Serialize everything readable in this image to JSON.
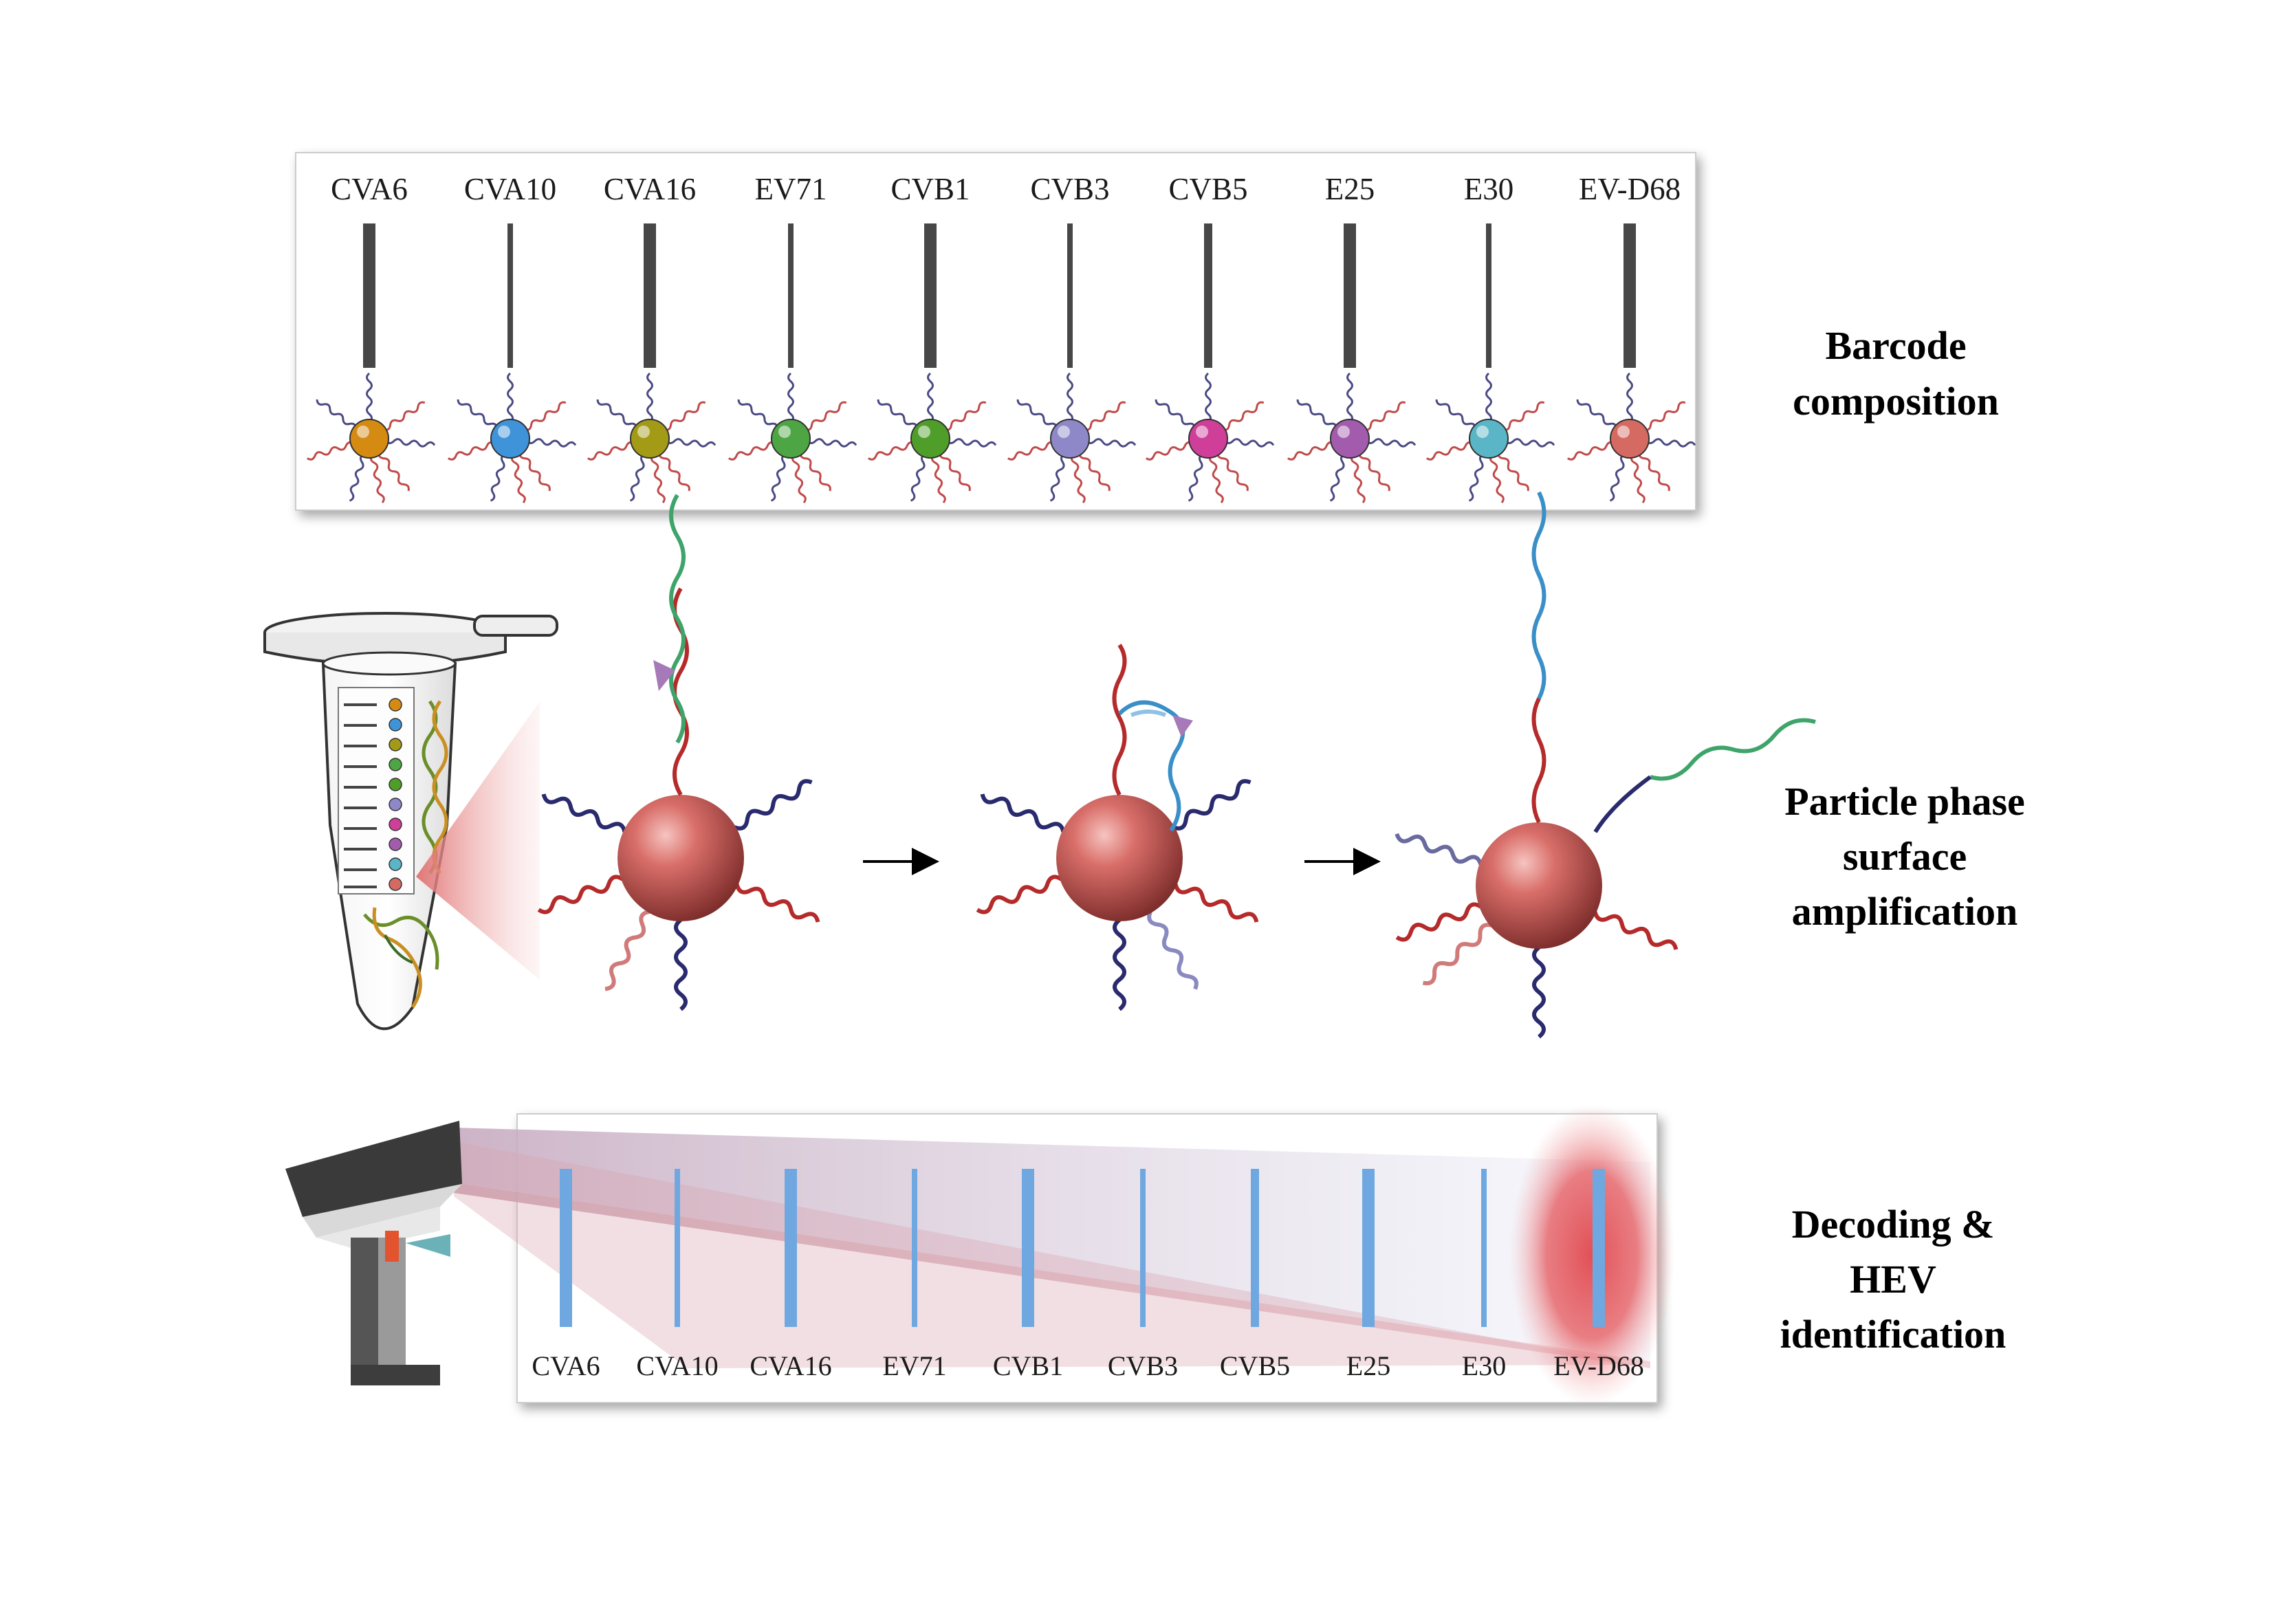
{
  "viruses": [
    "CVA6",
    "CVA10",
    "CVA16",
    "EV71",
    "CVB1",
    "CVB3",
    "CVB5",
    "E25",
    "E30",
    "EV-D68"
  ],
  "bead_colors": [
    "#d58a12",
    "#3f93d8",
    "#a39a16",
    "#4ea544",
    "#4f9e2a",
    "#8f88c8",
    "#cf3f9a",
    "#a35cad",
    "#5ab5c6",
    "#d56a62"
  ],
  "barcode_widths": [
    "wide",
    "narrow",
    "wide",
    "narrow",
    "wide",
    "narrow",
    "medium",
    "wide",
    "narrow",
    "wide"
  ],
  "stages": {
    "barcode": [
      "Barcode",
      "composition"
    ],
    "amplification": [
      "Particle phase",
      "surface",
      "amplification"
    ],
    "decoding": [
      "Decoding &",
      "HEV",
      "identification"
    ]
  },
  "detected": "EV-D68",
  "colors": {
    "bar_dark": "#474747",
    "bar_blue": "#6fa8e0",
    "particle": "#d56f6b",
    "strand_red": "#b52a2a",
    "strand_navy": "#2a2a6e",
    "strand_green": "#3ea46a",
    "strand_cyan": "#3a8fc8",
    "highlight": "#e0484e"
  },
  "icons": [
    "test-tube-icon",
    "barcode-scanner-icon",
    "arrow-icon"
  ]
}
